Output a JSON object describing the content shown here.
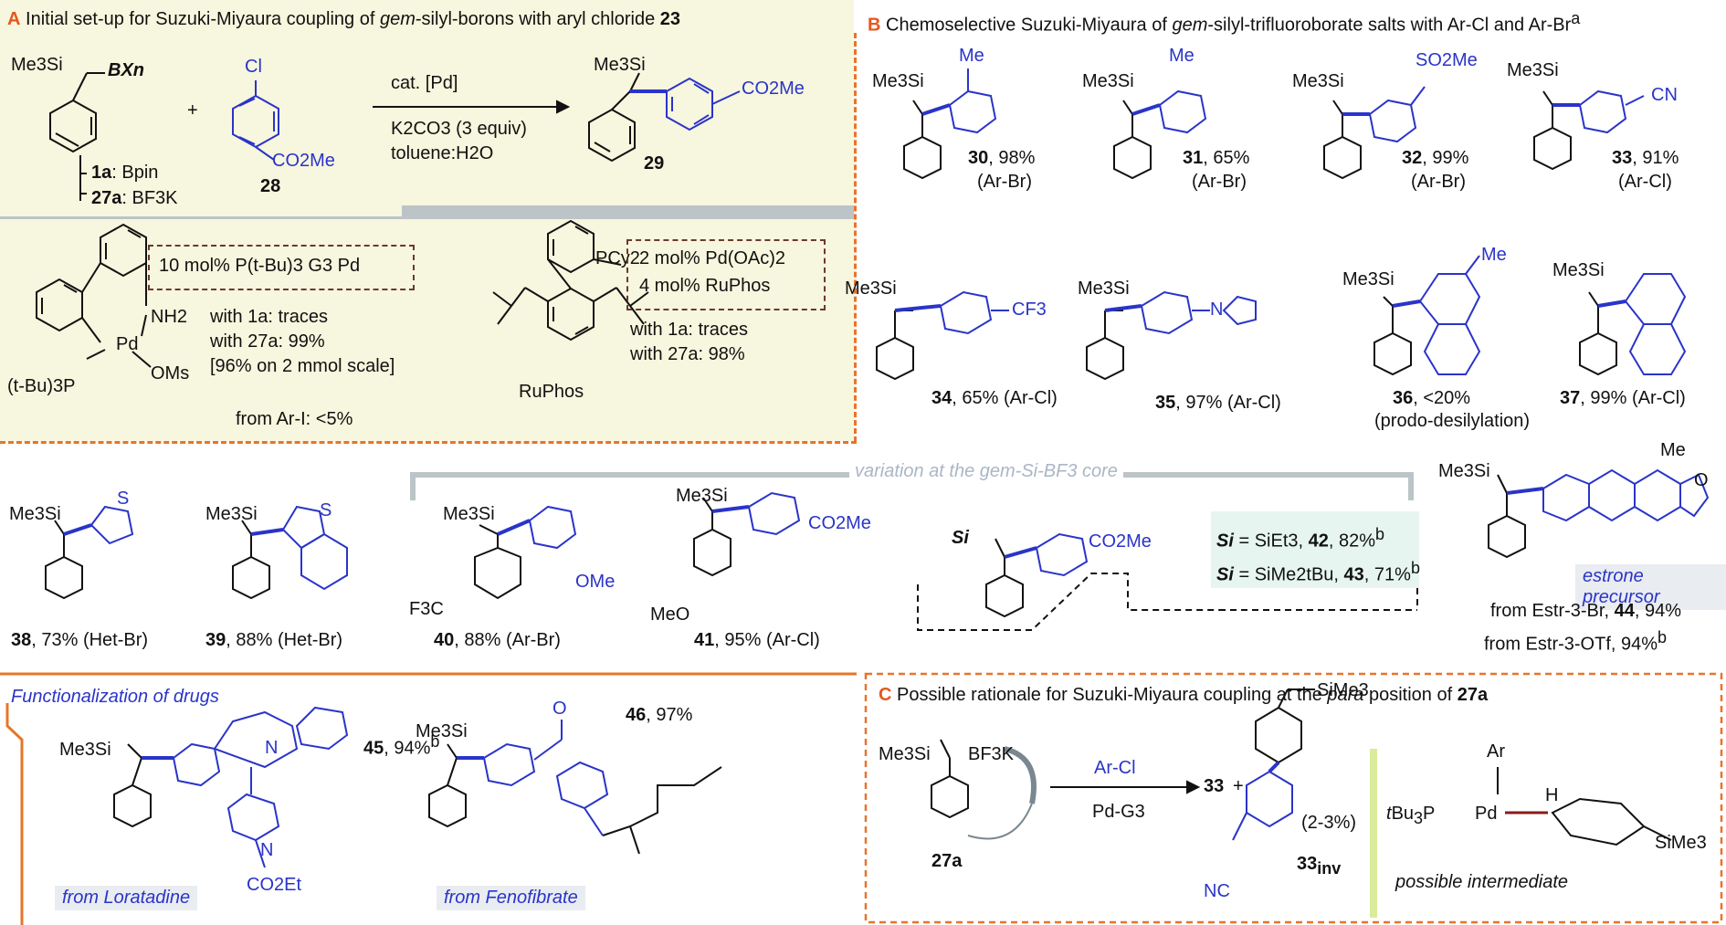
{
  "panelA": {
    "letter": "A",
    "title_pre": "Initial set-up for Suzuki-Miyaura coupling of ",
    "title_it": "gem",
    "title_post": "-silyl-borons with aryl chloride ",
    "title_num": "23",
    "reactant_label": "Me3Si",
    "bx": "BXn",
    "plus": "+",
    "cl": "Cl",
    "co2me": "CO2Me",
    "num28": "28",
    "cond1": "cat. [Pd]",
    "cond2": "K2CO3 (3 equiv)",
    "cond3": "toluene:H2O",
    "prod_co2me": "CO2Me",
    "num29": "29",
    "opt1_num": "1a",
    "opt1_val": ":  Bpin",
    "opt2_num": "27a",
    "opt2_val": ": BF3K",
    "box1": "10 mol% P(t-Bu)3 G3 Pd",
    "nh2": "NH2",
    "pd": "Pd",
    "oms": "OMs",
    "tbu3p": "(t-Bu)3P",
    "r1a": "with 1a: traces",
    "r1b": "with 27a: 99%",
    "r1c": "[96% on 2 mmol scale]",
    "ari": "from Ar-I:   <5%",
    "pcy2": "PCy2",
    "ruphos": "RuPhos",
    "box2a": "2 mol% Pd(OAc)2",
    "box2b": "4 mol% RuPhos",
    "r2a": "with 1a: traces",
    "r2b": "with 27a: 98%"
  },
  "panelB": {
    "letter": "B",
    "title_pre": "Chemoselective Suzuki-Miyaura of ",
    "title_it": "gem",
    "title_post": "-silyl-trifluoroborate salts with Ar-Cl and Ar-Br",
    "title_sup": "a"
  },
  "compounds": [
    {
      "num": "30",
      "text": ", 98%",
      "sub": "(Ar-Br)",
      "sub_group": "Me"
    },
    {
      "num": "31",
      "text": ", 65%",
      "sub": "(Ar-Br)",
      "sub_group": "Me"
    },
    {
      "num": "32",
      "text": ", 99%",
      "sub": "(Ar-Br)",
      "sub_group": "SO2Me"
    },
    {
      "num": "33",
      "text": ", 91%",
      "sub": "(Ar-Cl)",
      "sub_group": "CN"
    },
    {
      "num": "34",
      "text": ", 65% (Ar-Cl)",
      "sub_group": "CF3"
    },
    {
      "num": "35",
      "text": ", 97% (Ar-Cl)",
      "sub_group": "N"
    },
    {
      "num": "36",
      "text": ", <20%",
      "sub": "(prodo-desilylation)",
      "sub_group": "Me"
    },
    {
      "num": "37",
      "text": ", 99% (Ar-Cl)"
    },
    {
      "num": "38",
      "text": ", 73% (Het-Br)",
      "sub_group": "S"
    },
    {
      "num": "39",
      "text": ", 88% (Het-Br)",
      "sub_group": "S"
    },
    {
      "num": "40",
      "text": ", 88% (Ar-Br)",
      "sub_group": "OMe",
      "sub_group2": "F3C"
    },
    {
      "num": "41",
      "text": ", 95% (Ar-Cl)",
      "sub_group": "CO2Me",
      "sub_group2": "MeO"
    }
  ],
  "variation": {
    "title": "variation at the gem-Si-BF3 core",
    "si": "Si",
    "co2me": "CO2Me",
    "line1_pre": "Si",
    "line1_mid": " = SiEt3, ",
    "line1_num": "42",
    "line1_post": ", 82%",
    "line1_sup": "b",
    "line2_pre": "Si",
    "line2_mid": " = SiMe2tBu, ",
    "line2_num": "43",
    "line2_post": ", 71%",
    "line2_sup": "b"
  },
  "estrone": {
    "label": "estrone precursor",
    "me": "Me",
    "o": "O",
    "line1_pre": "from Estr-3-Br, ",
    "line1_num": "44",
    "line1_post": ", 94%",
    "line2": "from Estr-3-OTf, 94%",
    "line2_sup": "b"
  },
  "drugs": {
    "title": "Functionalization of drugs",
    "d45_num": "45",
    "d45_text": ", 94%",
    "d45_sup": "b",
    "d45_from": "from Loratadine",
    "d45_n": "N",
    "d45_n2": "N",
    "d45_co2et": "CO2Et",
    "d46_num": "46",
    "d46_text": ", 97%",
    "d46_from": "from Fenofibrate",
    "d46_o": "O"
  },
  "panelC": {
    "letter": "C",
    "title_pre": "Possible rationale for Suzuki-Miyaura coupling at the ",
    "title_it": "para",
    "title_post": " position of ",
    "title_num": "27a",
    "reactant": "Me3Si",
    "bf3k": "BF3K",
    "num27a": "27a",
    "arrow_top": "Ar-Cl",
    "arrow_bot": "Pd-G3",
    "p33": "33",
    "plus": "+",
    "sime3": "SiMe3",
    "nc": "NC",
    "yield": "(2-3%)",
    "p33inv": "33",
    "inv_sub": "inv",
    "ar": "Ar",
    "h": "H",
    "tbu3p": "tBu3P",
    "pd": "Pd",
    "sime3b": "SiMe3",
    "intermediate": "possible intermediate"
  },
  "colors": {
    "accent": "#e5571f",
    "blue": "#2a34c8",
    "panelA_bg": "#f7f6de",
    "dash": "#e8742a"
  }
}
